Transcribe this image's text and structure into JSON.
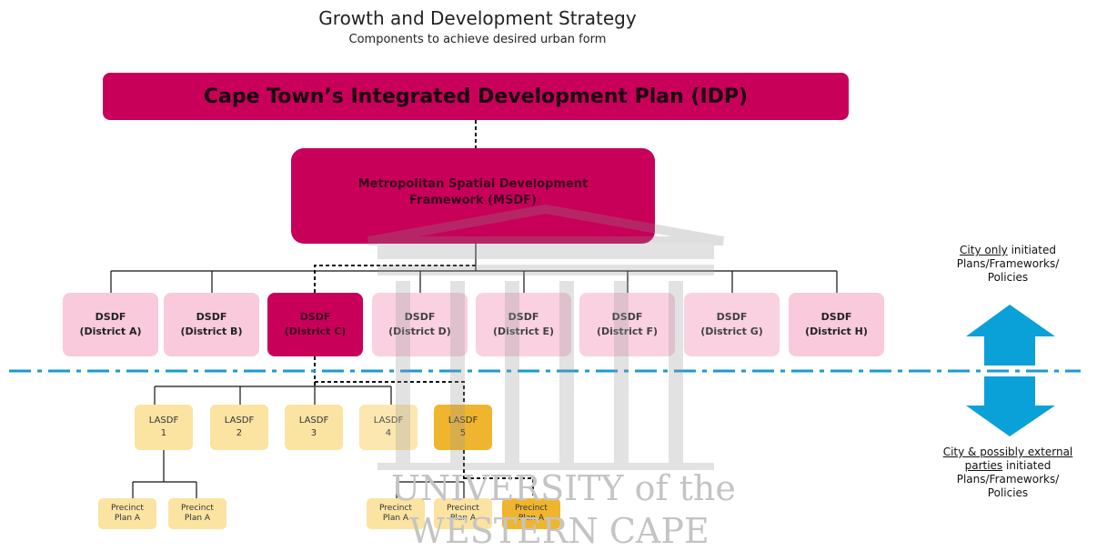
{
  "header": {
    "title": "Growth and Development Strategy",
    "subtitle": "Components to achieve desired urban form"
  },
  "idp": {
    "label": "Cape Town’s Integrated Development Plan (IDP)"
  },
  "msdf": {
    "line1": "Metropolitan Spatial Development",
    "line2": "Framework (MSDF)"
  },
  "districts": [
    {
      "top": "DSDF",
      "bottom": "(District A)"
    },
    {
      "top": "DSDF",
      "bottom": "(District B)"
    },
    {
      "top": "DSDF",
      "bottom": "(District C)"
    },
    {
      "top": "DSDF",
      "bottom": "(District D)"
    },
    {
      "top": "DSDF",
      "bottom": "(District E)"
    },
    {
      "top": "DSDF",
      "bottom": "(District F)"
    },
    {
      "top": "DSDF",
      "bottom": "(District G)"
    },
    {
      "top": "DSDF",
      "bottom": "(District H)"
    }
  ],
  "lasdfs": [
    {
      "top": "LASDF",
      "bottom": "1"
    },
    {
      "top": "LASDF",
      "bottom": "2"
    },
    {
      "top": "LASDF",
      "bottom": "3"
    },
    {
      "top": "LASDF",
      "bottom": "4"
    },
    {
      "top": "LASDF",
      "bottom": "5"
    }
  ],
  "precincts": [
    {
      "top": "Precinct",
      "bottom": "Plan A"
    },
    {
      "top": "Precinct",
      "bottom": "Plan A"
    },
    {
      "top": "Precinct",
      "bottom": "Plan A"
    },
    {
      "top": "Precinct",
      "bottom": "Plan A"
    },
    {
      "top": "Precinct",
      "bottom": "Plan A"
    }
  ],
  "legend": {
    "upper_underlined": "City only",
    "upper_rest": " initiated",
    "upper_line2": "Plans/Frameworks/",
    "upper_line3": "Policies",
    "lower_underlined_1": "City & possibly external",
    "lower_underlined_2": "parties",
    "lower_rest": " initiated",
    "lower_line3": "Plans/Frameworks/",
    "lower_line4": "Policies"
  },
  "watermark": {
    "line1": "UNIVERSITY of the",
    "line2": "WESTERN CAPE"
  },
  "colors": {
    "primary": "#c8005a",
    "district_light": "#f9c9dc",
    "lasdf": "#fbe3a2",
    "lasdf_selected": "#f0b52e",
    "divider": "#1a9bd0",
    "arrow": "#0aa0d8"
  }
}
